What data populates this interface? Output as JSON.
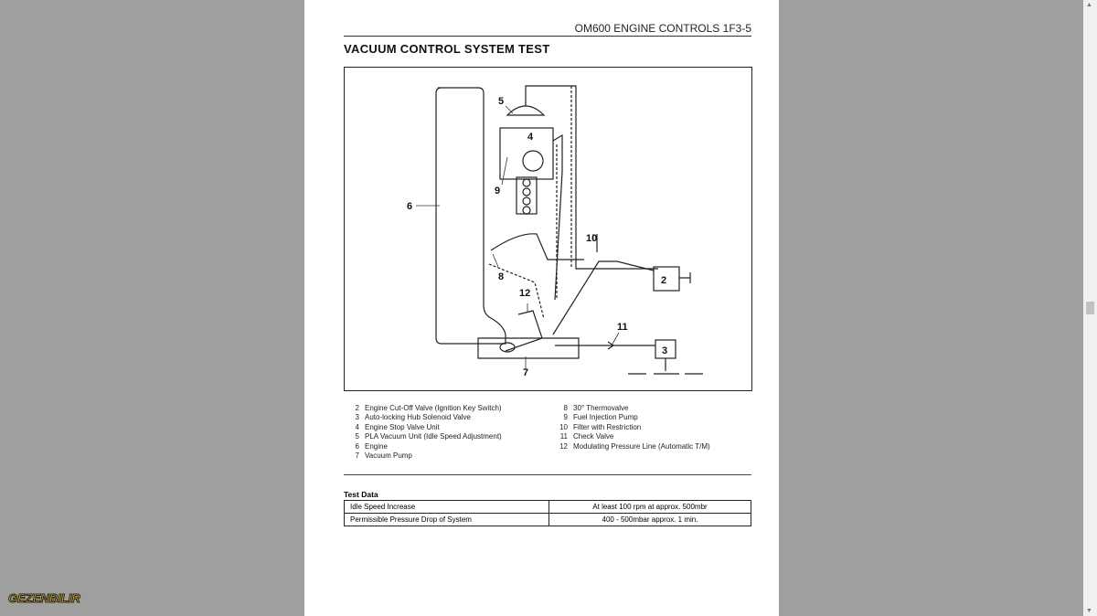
{
  "header": {
    "running_title": "OM600 ENGINE CONTROLS  1F3-5"
  },
  "section_title": "VACUUM CONTROL SYSTEM TEST",
  "diagram": {
    "callouts": [
      "2",
      "3",
      "4",
      "5",
      "6",
      "7",
      "8",
      "9",
      "10",
      "11",
      "12"
    ]
  },
  "legend_left": [
    {
      "n": "2",
      "t": "Engine Cut-Off Valve (Ignition Key Switch)"
    },
    {
      "n": "3",
      "t": "Auto-locking Hub Solenoid Valve"
    },
    {
      "n": "4",
      "t": "Engine Stop Valve Unit"
    },
    {
      "n": "5",
      "t": "PLA Vacuum Unit (Idle Speed Adjustment)"
    },
    {
      "n": "6",
      "t": "Engine"
    },
    {
      "n": "7",
      "t": "Vacuum Pump"
    }
  ],
  "legend_right": [
    {
      "n": "8",
      "t": "30° Thermovalve"
    },
    {
      "n": "9",
      "t": "Fuel Injection Pump"
    },
    {
      "n": "10",
      "t": "Filter with Restriction"
    },
    {
      "n": "11",
      "t": "Check Valve"
    },
    {
      "n": "12",
      "t": "Modulating Pressure Line (Automatic T/M)"
    }
  ],
  "test_data": {
    "heading": "Test Data",
    "rows": [
      [
        "Idle Speed Increase",
        "At least 100 rpm at approx. 500mbr"
      ],
      [
        "Permissible Pressure Drop of System",
        "400 - 500mbar approx. 1 min."
      ]
    ]
  },
  "watermark": "GEZENBILIR"
}
